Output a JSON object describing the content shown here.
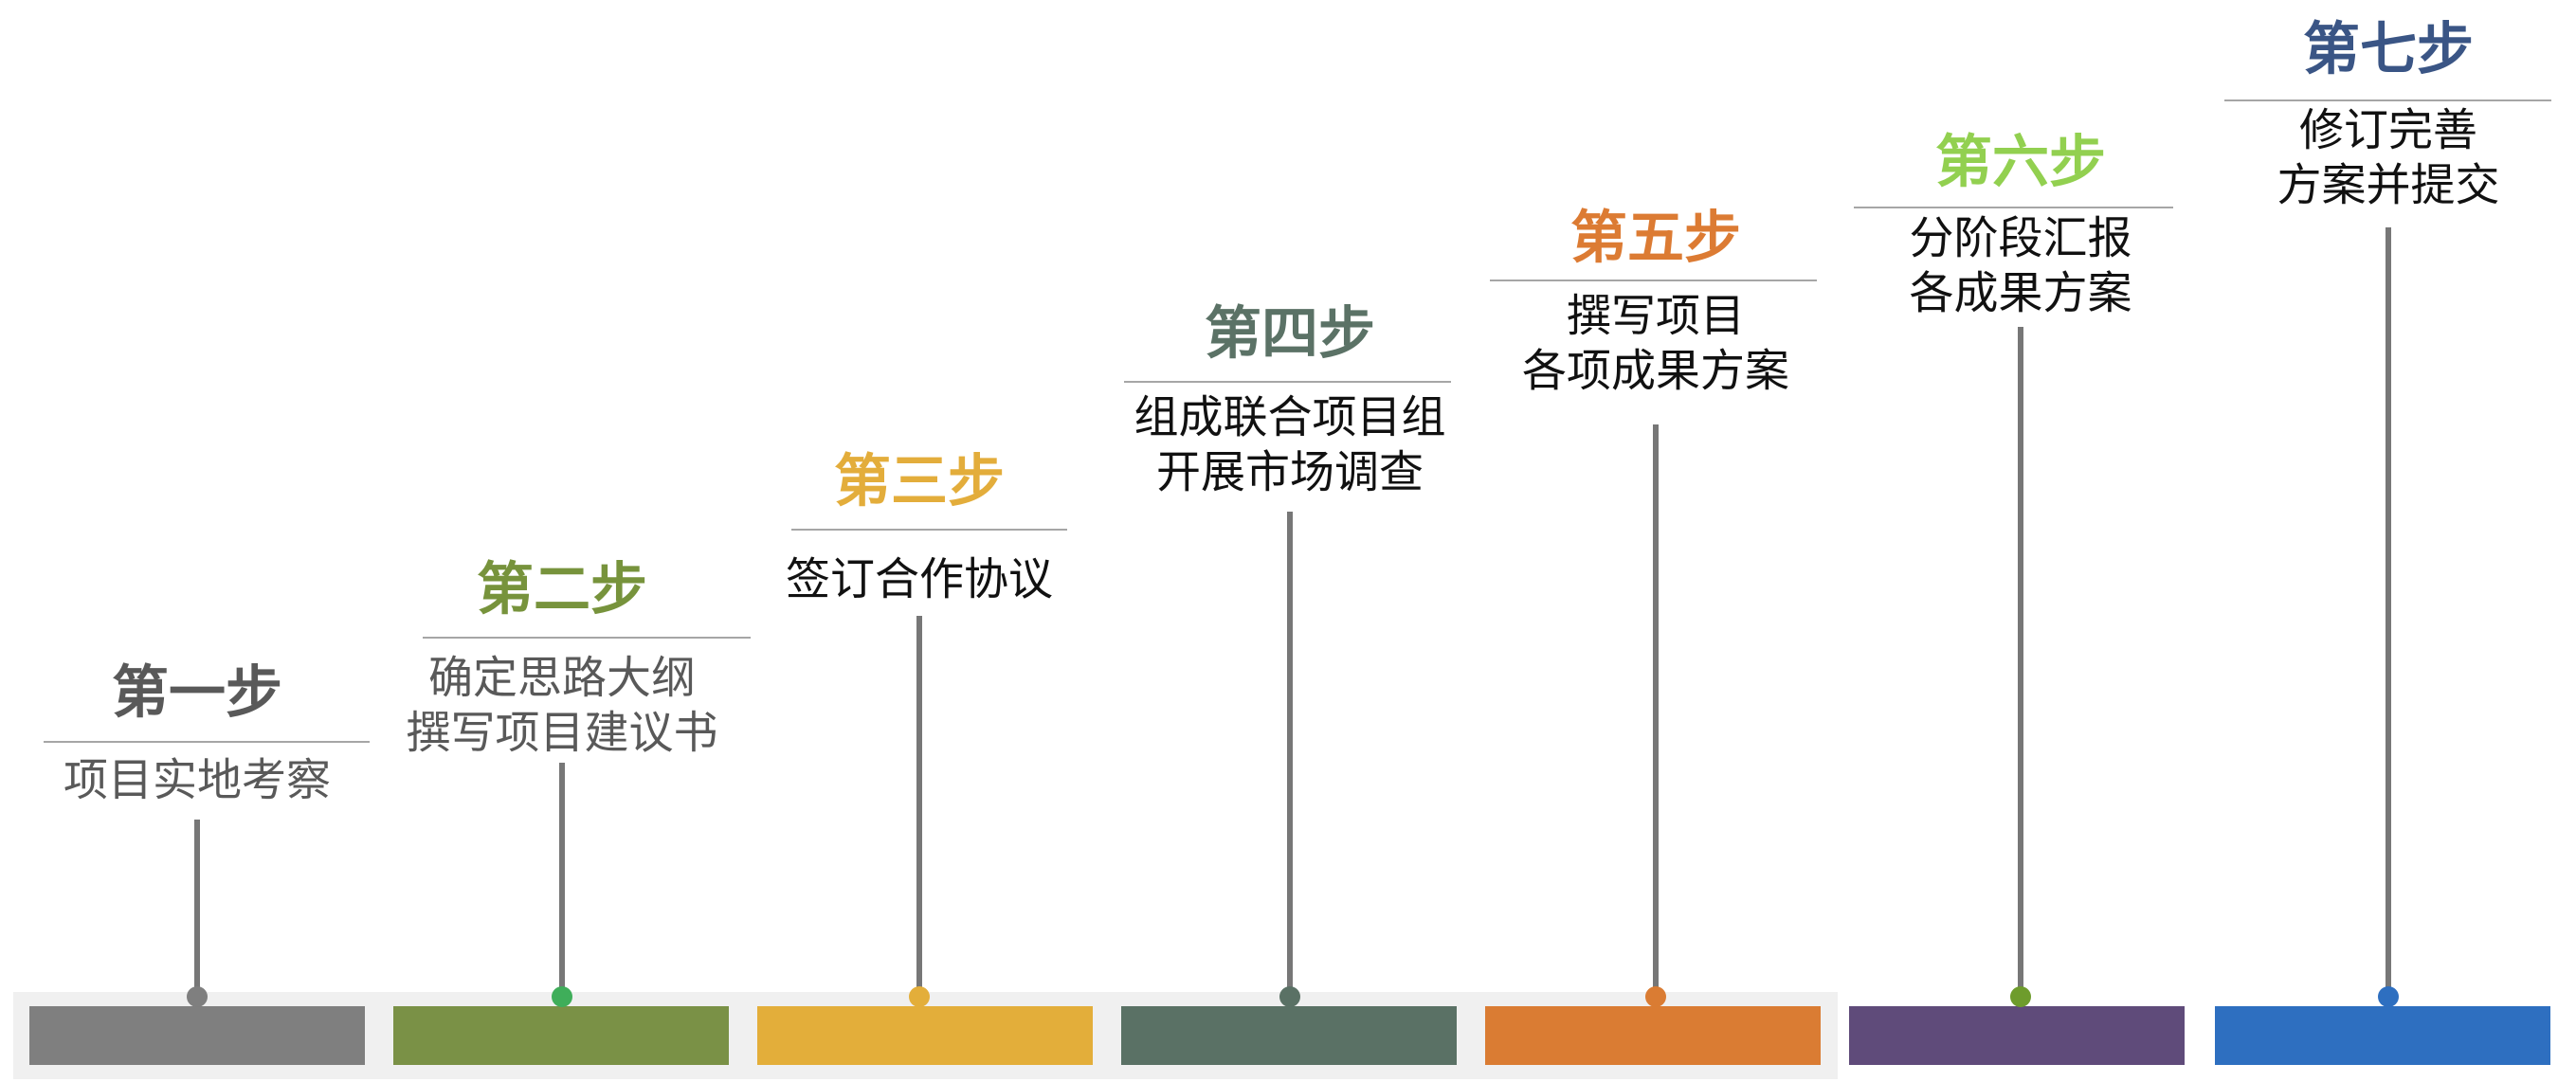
{
  "steps": [
    {
      "title": "第一步",
      "lines": [
        "项目实地考察"
      ],
      "title_color": "#595959",
      "desc_color": "#595959",
      "bar_color": "#7f7f7f",
      "dot_color": "#7f7f7f"
    },
    {
      "title": "第二步",
      "lines": [
        "确定思路大纲",
        "撰写项目建议书"
      ],
      "title_color": "#77933c",
      "desc_color": "#595959",
      "bar_color": "#7a9146",
      "dot_color": "#3fae5a"
    },
    {
      "title": "第三步",
      "lines": [
        "签订合作协议"
      ],
      "title_color": "#e3ad3b",
      "desc_color": "#111111",
      "bar_color": "#e3ae3a",
      "dot_color": "#e3ae3a"
    },
    {
      "title": "第四步",
      "lines": [
        "组成联合项目组",
        "开展市场调查"
      ],
      "title_color": "#5b7266",
      "desc_color": "#111111",
      "bar_color": "#5a7165",
      "dot_color": "#5a7165"
    },
    {
      "title": "第五步",
      "lines": [
        "撰写项目",
        "各项成果方案"
      ],
      "title_color": "#dc7b33",
      "desc_color": "#111111",
      "bar_color": "#da7c33",
      "dot_color": "#da7c33"
    },
    {
      "title": "第六步",
      "lines": [
        "分阶段汇报",
        "各成果方案"
      ],
      "title_color": "#92d050",
      "desc_color": "#111111",
      "bar_color": "#5f4b7a",
      "dot_color": "#6e9c2c"
    },
    {
      "title": "第七步",
      "lines": [
        "修订完善",
        "方案并提交"
      ],
      "title_color": "#3a5585",
      "desc_color": "#111111",
      "bar_color": "#2e6fc0",
      "dot_color": "#2e6fc0"
    }
  ],
  "colors": {
    "connector": "#777777",
    "separator": "#a6a6a6",
    "band": "#f0f0f0"
  }
}
